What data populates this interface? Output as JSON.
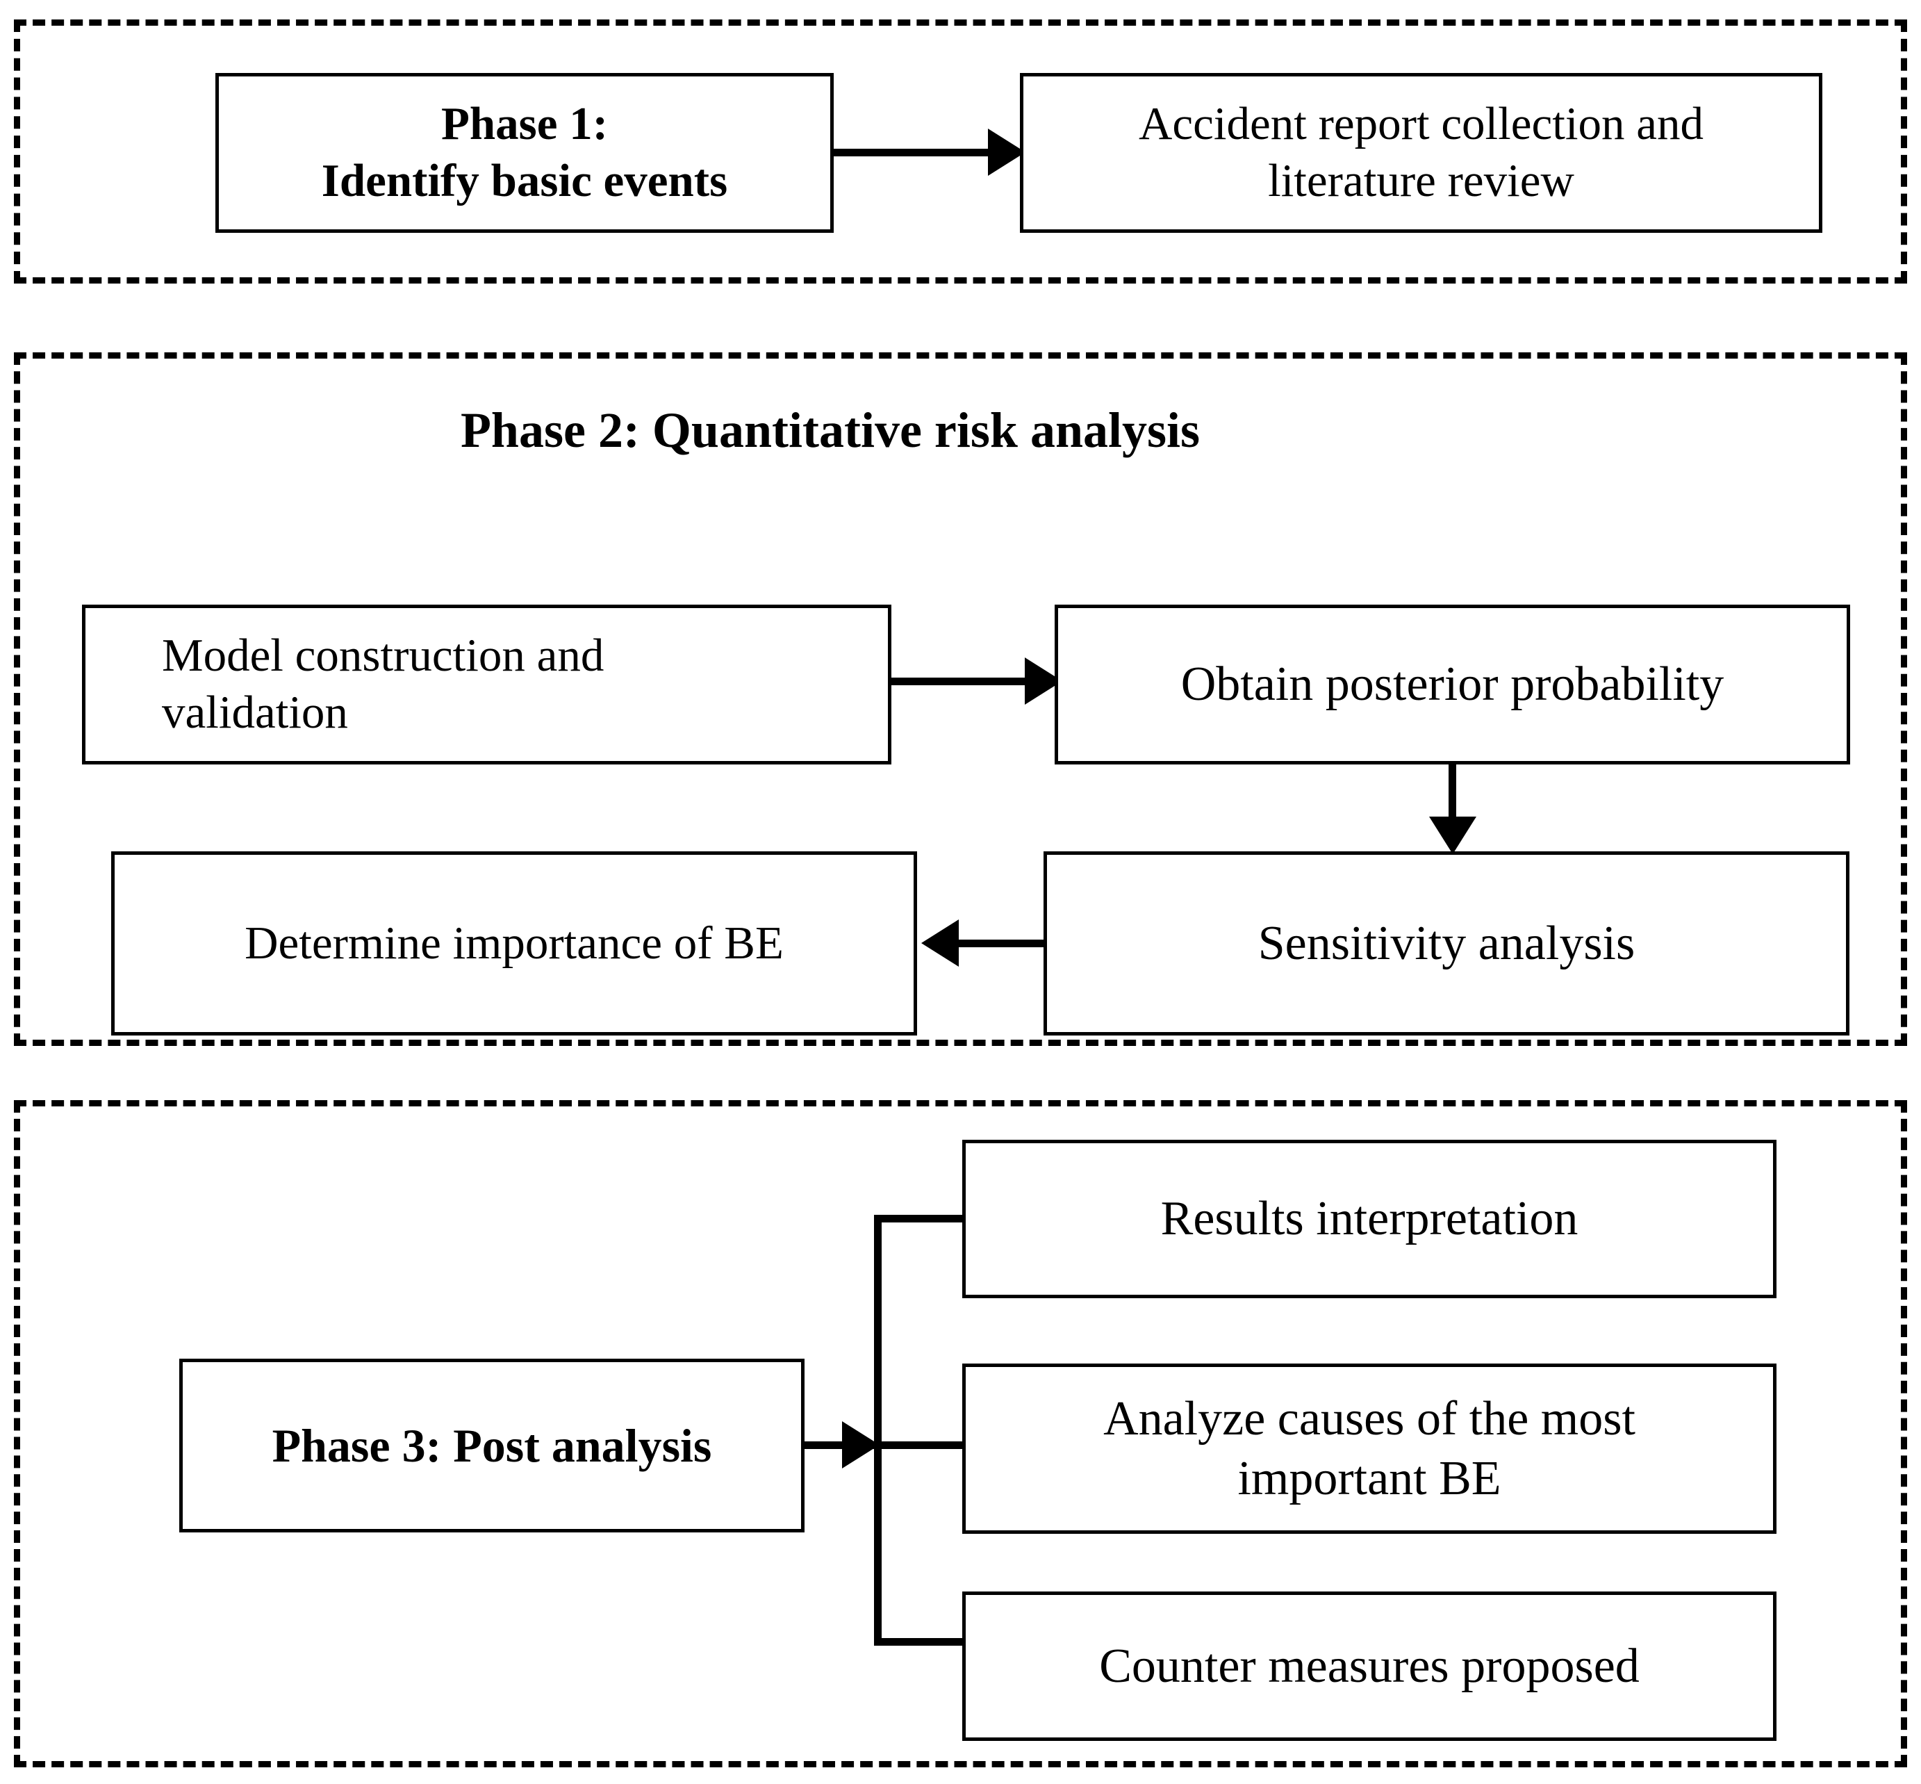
{
  "diagram": {
    "title": "Three-phase risk analysis methodology flowchart",
    "colors": {
      "stroke": "#000000",
      "fill": "#ffffff"
    },
    "phase1": {
      "boxes": [
        {
          "id": "identify-basic-events",
          "label": "Phase 1:\nIdentify basic events",
          "bold": true
        },
        {
          "id": "accident-report-collection",
          "label": "Accident report collection and\nliterature review",
          "bold": false
        }
      ],
      "connector": "arrow-right"
    },
    "phase2": {
      "heading": "Phase 2: Quantitative risk analysis",
      "boxes": [
        {
          "id": "model-construction",
          "label": "Model construction and\nvalidation",
          "bold": false
        },
        {
          "id": "obtain-posterior-probability",
          "label": "Obtain posterior probability",
          "bold": false
        },
        {
          "id": "determine-importance-of-be",
          "label": "Determine  importance of BE",
          "bold": false
        },
        {
          "id": "sensitivity-analysis",
          "label": "Sensitivity analysis",
          "bold": false
        }
      ],
      "connectors": [
        "arrow-right",
        "arrow-down",
        "arrow-left"
      ]
    },
    "phase3": {
      "source": {
        "id": "post-analysis",
        "label": "Phase 3:  Post analysis",
        "bold": true
      },
      "branches": [
        {
          "id": "results-interpretation",
          "label": "Results interpretation",
          "bold": false
        },
        {
          "id": "analyze-causes",
          "label": "Analyze causes of  the most\nimportant BE",
          "bold": false
        },
        {
          "id": "counter-measures",
          "label": "Counter measures  proposed",
          "bold": false
        }
      ],
      "connector": "arrow-right-bracket"
    }
  }
}
